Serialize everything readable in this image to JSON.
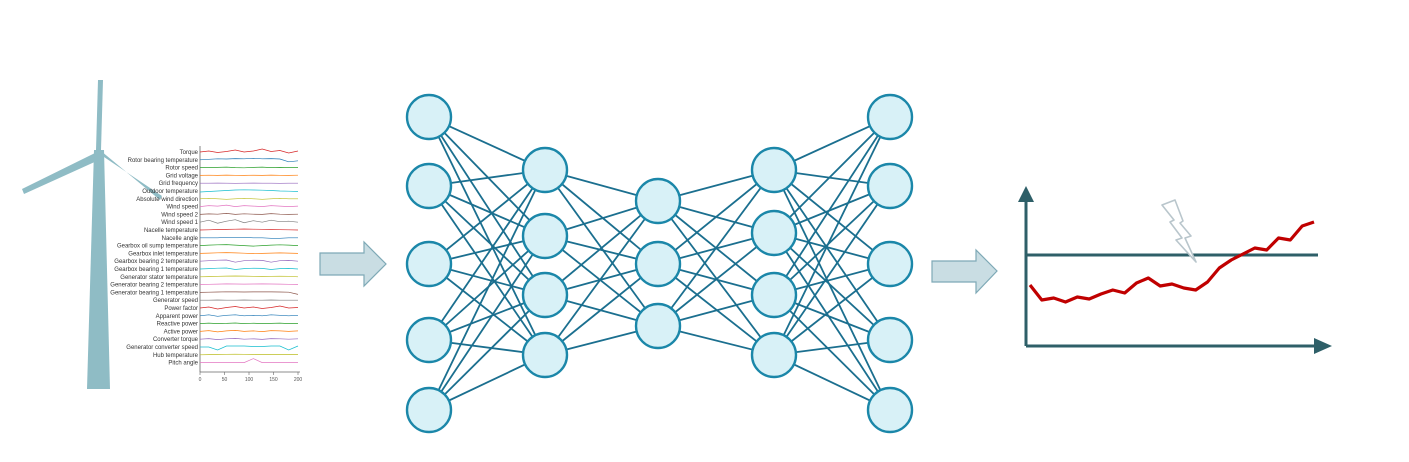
{
  "colors": {
    "turbine": "#8fbcc5",
    "neuron_fill": "#d8f1f7",
    "neuron_stroke": "#1b87a9",
    "edge": "#1b6f8f",
    "arrow_fill": "#c9dde3",
    "arrow_stroke": "#7ea9b6",
    "axis": "#2e5f68",
    "threshold": "#2e5f68",
    "anomaly_series": "#c00000",
    "lightning": "#b9c6cc"
  },
  "icons": [
    "wind-turbine-icon",
    "right-arrow-icon",
    "lightning-bolt-icon"
  ],
  "network": {
    "layers": [
      5,
      4,
      3,
      4,
      5
    ]
  },
  "chart_data": {
    "type": "line",
    "series": [
      {
        "name": "Torque",
        "values": [
          0.5,
          0.6,
          0.45,
          0.55,
          0.7,
          0.5,
          0.6,
          0.8,
          0.55,
          0.65,
          0.4,
          0.6
        ]
      },
      {
        "name": "Rotor bearing temperature",
        "values": [
          0.5,
          0.55,
          0.6,
          0.58,
          0.62,
          0.6,
          0.65,
          0.6,
          0.62,
          0.58,
          0.3,
          0.4
        ]
      },
      {
        "name": "Rotor speed",
        "values": [
          0.5,
          0.5,
          0.52,
          0.55,
          0.5,
          0.48,
          0.52,
          0.55,
          0.5,
          0.52,
          0.5,
          0.5
        ]
      },
      {
        "name": "Grid voltage",
        "values": [
          0.5,
          0.52,
          0.5,
          0.53,
          0.51,
          0.5,
          0.52,
          0.5,
          0.53,
          0.51,
          0.5,
          0.52
        ]
      },
      {
        "name": "Grid frequency",
        "values": [
          0.5,
          0.5,
          0.51,
          0.5,
          0.49,
          0.5,
          0.51,
          0.5,
          0.5,
          0.49,
          0.5,
          0.5
        ]
      },
      {
        "name": "Outdoor temperature",
        "values": [
          0.4,
          0.45,
          0.5,
          0.55,
          0.6,
          0.62,
          0.6,
          0.58,
          0.55,
          0.5,
          0.48,
          0.45
        ]
      },
      {
        "name": "Absolute wind direction",
        "values": [
          0.5,
          0.55,
          0.5,
          0.45,
          0.5,
          0.55,
          0.5,
          0.45,
          0.5,
          0.55,
          0.5,
          0.5
        ]
      },
      {
        "name": "Wind speed",
        "values": [
          0.5,
          0.6,
          0.55,
          0.65,
          0.5,
          0.6,
          0.55,
          0.5,
          0.6,
          0.55,
          0.5,
          0.55
        ]
      },
      {
        "name": "Wind speed 2",
        "values": [
          0.5,
          0.55,
          0.52,
          0.6,
          0.5,
          0.56,
          0.52,
          0.5,
          0.58,
          0.52,
          0.5,
          0.52
        ]
      },
      {
        "name": "Wind speed 1",
        "values": [
          0.5,
          0.7,
          0.4,
          0.6,
          0.75,
          0.45,
          0.65,
          0.5,
          0.7,
          0.55,
          0.6,
          0.5
        ]
      },
      {
        "name": "Nacelle temperature",
        "values": [
          0.5,
          0.52,
          0.55,
          0.56,
          0.58,
          0.6,
          0.58,
          0.57,
          0.55,
          0.53,
          0.52,
          0.5
        ]
      },
      {
        "name": "Nacelle angle",
        "values": [
          0.5,
          0.5,
          0.5,
          0.55,
          0.55,
          0.55,
          0.5,
          0.5,
          0.45,
          0.45,
          0.5,
          0.5
        ]
      },
      {
        "name": "Gearbox oil sump temperature",
        "values": [
          0.5,
          0.55,
          0.58,
          0.6,
          0.55,
          0.5,
          0.45,
          0.5,
          0.55,
          0.58,
          0.55,
          0.5
        ]
      },
      {
        "name": "Gearbox inlet temperature",
        "values": [
          0.5,
          0.53,
          0.56,
          0.58,
          0.55,
          0.52,
          0.48,
          0.5,
          0.53,
          0.55,
          0.53,
          0.5
        ]
      },
      {
        "name": "Gearbox bearing 2 temperature",
        "values": [
          0.5,
          0.55,
          0.6,
          0.62,
          0.4,
          0.55,
          0.6,
          0.58,
          0.4,
          0.55,
          0.58,
          0.5
        ]
      },
      {
        "name": "Gearbox bearing 1 temperature",
        "values": [
          0.5,
          0.54,
          0.58,
          0.6,
          0.45,
          0.54,
          0.58,
          0.56,
          0.45,
          0.54,
          0.56,
          0.5
        ]
      },
      {
        "name": "Generator stator temperature",
        "values": [
          0.5,
          0.52,
          0.55,
          0.57,
          0.58,
          0.57,
          0.55,
          0.54,
          0.55,
          0.56,
          0.55,
          0.5
        ]
      },
      {
        "name": "Generator bearing 2 temperature",
        "values": [
          0.5,
          0.53,
          0.55,
          0.57,
          0.56,
          0.55,
          0.56,
          0.57,
          0.56,
          0.55,
          0.53,
          0.5
        ]
      },
      {
        "name": "Generator bearing 1 temperature",
        "values": [
          0.5,
          0.52,
          0.54,
          0.56,
          0.55,
          0.54,
          0.55,
          0.56,
          0.55,
          0.54,
          0.52,
          0.3
        ]
      },
      {
        "name": "Generator speed",
        "values": [
          0.5,
          0.5,
          0.52,
          0.5,
          0.5,
          0.52,
          0.5,
          0.5,
          0.52,
          0.5,
          0.5,
          0.5
        ]
      },
      {
        "name": "Power factor",
        "values": [
          0.5,
          0.6,
          0.4,
          0.55,
          0.65,
          0.5,
          0.6,
          0.45,
          0.55,
          0.7,
          0.5,
          0.55
        ]
      },
      {
        "name": "Apparent power",
        "values": [
          0.5,
          0.6,
          0.45,
          0.55,
          0.6,
          0.5,
          0.55,
          0.5,
          0.6,
          0.55,
          0.5,
          0.55
        ]
      },
      {
        "name": "Reactive power",
        "values": [
          0.5,
          0.55,
          0.5,
          0.52,
          0.56,
          0.5,
          0.54,
          0.5,
          0.52,
          0.55,
          0.5,
          0.52
        ]
      },
      {
        "name": "Active power",
        "values": [
          0.5,
          0.58,
          0.45,
          0.55,
          0.6,
          0.5,
          0.55,
          0.48,
          0.58,
          0.55,
          0.5,
          0.55
        ]
      },
      {
        "name": "Converter torque",
        "values": [
          0.5,
          0.56,
          0.46,
          0.54,
          0.58,
          0.5,
          0.54,
          0.48,
          0.56,
          0.54,
          0.5,
          0.54
        ]
      },
      {
        "name": "Generator converter speed",
        "values": [
          0.5,
          0.5,
          0.2,
          0.6,
          0.6,
          0.6,
          0.55,
          0.55,
          0.6,
          0.6,
          0.2,
          0.6
        ]
      },
      {
        "name": "Hub temperature",
        "values": [
          0.5,
          0.52,
          0.54,
          0.55,
          0.56,
          0.55,
          0.54,
          0.53,
          0.54,
          0.55,
          0.54,
          0.52
        ]
      },
      {
        "name": "Pitch angle",
        "values": [
          0.5,
          0.5,
          0.5,
          0.5,
          0.5,
          0.5,
          0.9,
          0.5,
          0.5,
          0.5,
          0.5,
          0.5
        ]
      }
    ],
    "x": [
      0,
      18,
      36,
      54,
      72,
      90,
      109,
      127,
      145,
      163,
      181,
      200
    ],
    "xticks": [
      "0",
      "50",
      "100",
      "150",
      "200"
    ],
    "xlim": [
      0,
      200
    ]
  },
  "anomaly_chart": {
    "type": "line",
    "values": [
      0.25,
      0.1,
      0.12,
      0.08,
      0.13,
      0.11,
      0.16,
      0.2,
      0.17,
      0.27,
      0.32,
      0.24,
      0.26,
      0.22,
      0.2,
      0.28,
      0.42,
      0.5,
      0.56,
      0.62,
      0.6,
      0.72,
      0.7,
      0.84,
      0.88
    ],
    "threshold": 0.55,
    "ylim": [
      0,
      1
    ]
  }
}
